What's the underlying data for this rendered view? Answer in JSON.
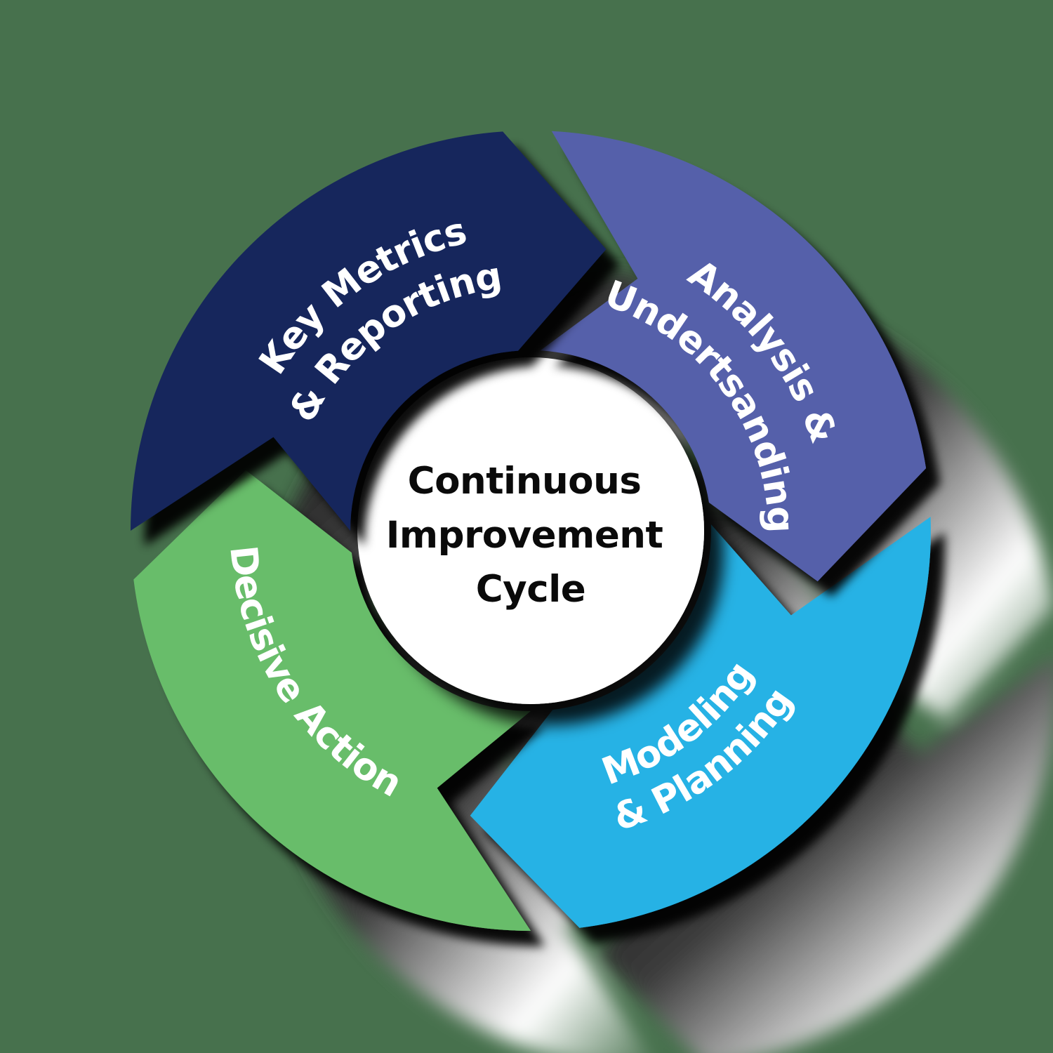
{
  "diagram": {
    "type": "cycle-diagram",
    "flow_direction": "clockwise",
    "background_color": "#47714d",
    "center": {
      "circle_color": "#ffffff",
      "text_color": "#0a0a0a",
      "line1": "Continuous",
      "line2": "Improvement",
      "line3": "Cycle"
    },
    "segments": [
      {
        "name": "key-metrics-reporting",
        "position": "top-left",
        "color": "#15265b",
        "label_color": "#ffffff",
        "line1": "Key Metrics",
        "line2": "& Reporting"
      },
      {
        "name": "analysis-understanding",
        "position": "top-right",
        "color": "#5560aa",
        "label_color": "#ffffff",
        "line1": "Analysis &",
        "line2": "Undertsanding"
      },
      {
        "name": "modeling-planning",
        "position": "bottom-right",
        "color": "#27b2e5",
        "label_color": "#ffffff",
        "line1": "Modeling",
        "line2": "& Planning"
      },
      {
        "name": "decisive-action",
        "position": "bottom-left",
        "color": "#68bd6b",
        "label_color": "#ffffff",
        "line1": "Decisive Action",
        "line2": ""
      }
    ]
  }
}
